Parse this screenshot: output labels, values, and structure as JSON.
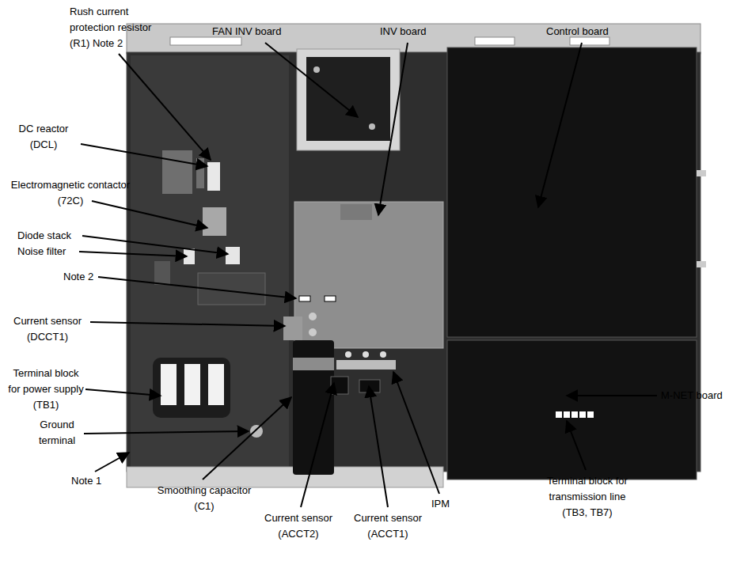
{
  "diagram": {
    "labels": [
      "Rush current protection resistor (R1) Note 2",
      "FAN INV board",
      "INV board",
      "Control board",
      "DC reactor (DCL)",
      "Electromagnetic contactor (72C)",
      "Diode stack",
      "Noise filter",
      "Note 2",
      "Current sensor (DCCT1)",
      "Terminal block for power supply (TB1)",
      "Ground terminal",
      "Note 1",
      "Smoothing capacitor (C1)",
      "Current sensor (ACCT2)",
      "Current sensor (ACCT1)",
      "IPM",
      "M-NET board",
      "Terminal block for transmission line (TB3, TB7)"
    ]
  }
}
